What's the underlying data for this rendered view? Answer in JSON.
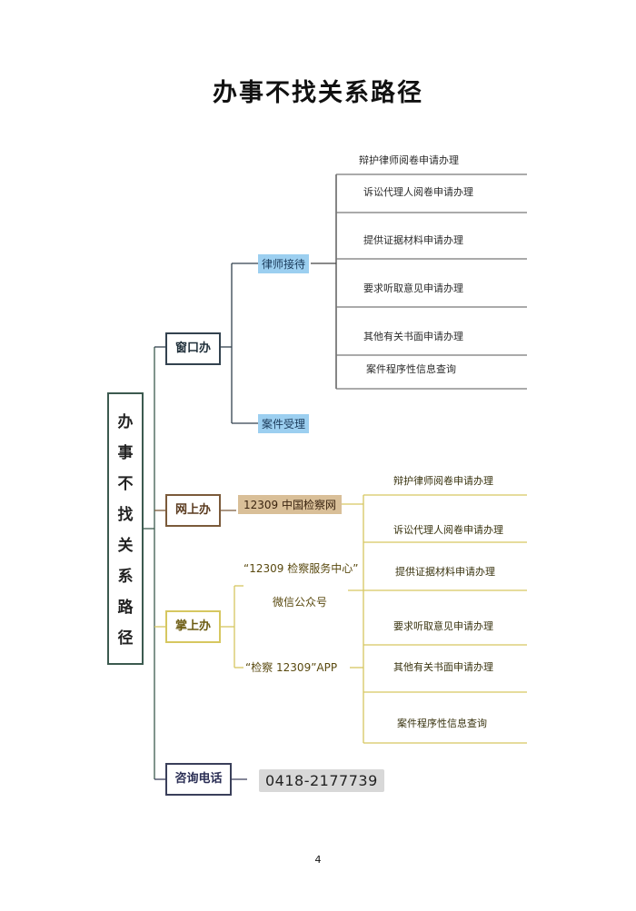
{
  "title": "办事不找关系路径",
  "root": {
    "label_chars": [
      "办",
      "事",
      "不",
      "找",
      "关",
      "系",
      "路",
      "径"
    ]
  },
  "branches": {
    "window": {
      "label": "窗口办",
      "sub_lawyer": {
        "label": "律师接待",
        "items": [
          "辩护律师阅卷申请办理",
          "诉讼代理人阅卷申请办理",
          "提供证据材料申请办理",
          "要求听取意见申请办理",
          "其他有关书面申请办理",
          "案件程序性信息查询"
        ]
      },
      "sub_case": {
        "label": "案件受理"
      }
    },
    "online": {
      "label": "网上办",
      "site": "12309 中国检察网"
    },
    "mobile": {
      "label": "掌上办",
      "wechat_line1": "“12309 检察服务中心”",
      "wechat_line2": "微信公众号",
      "app": "“检察 12309”APP"
    },
    "online_mobile_items": [
      "辩护律师阅卷申请办理",
      "诉讼代理人阅卷申请办理",
      "提供证据材料申请办理",
      "要求听取意见申请办理",
      "其他有关书面申请办理",
      "案件程序性信息查询"
    ],
    "phone": {
      "label": "咨询电话",
      "number": "0418-2177739"
    }
  },
  "page_number": "4"
}
